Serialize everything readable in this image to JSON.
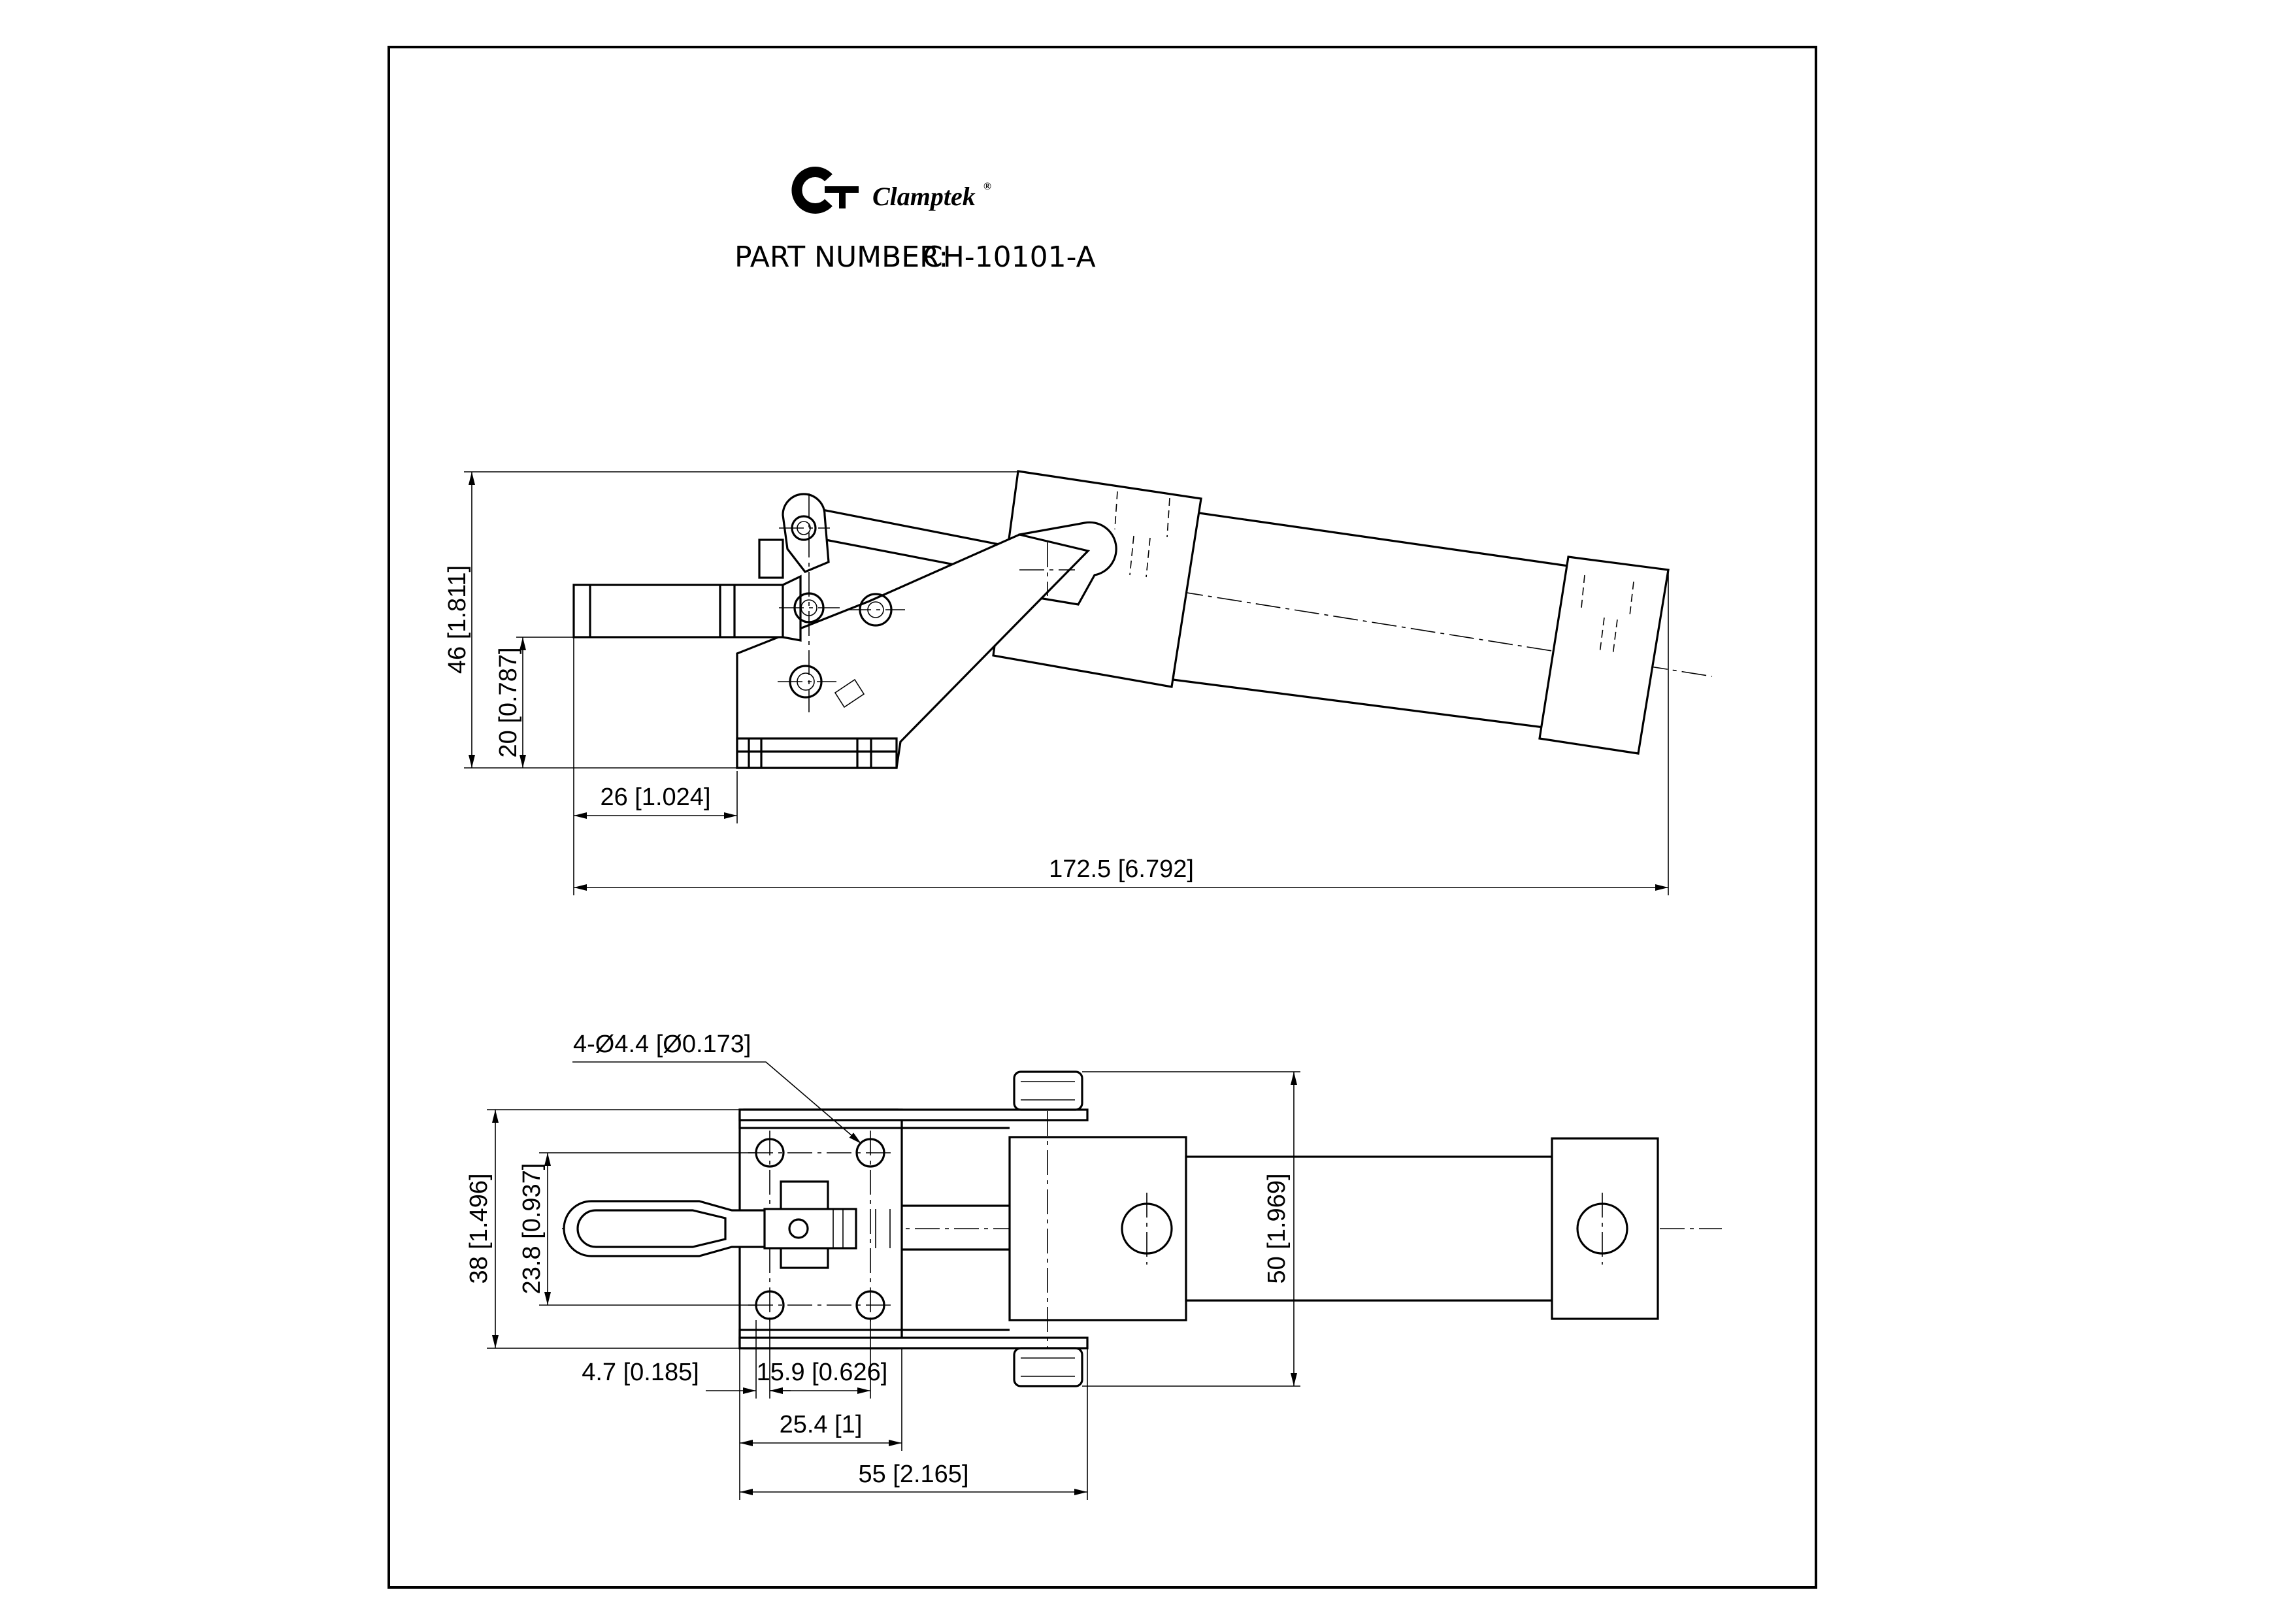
{
  "brand": {
    "name": "Clamptek",
    "registered_mark": "®"
  },
  "header": {
    "part_number_label": "PART NUMBER:",
    "part_number_value": "CH-10101-A"
  },
  "side_view": {
    "dimensions": {
      "overall_height": "46 [1.811]",
      "base_height": "20 [0.787]",
      "handle_offset": "26 [1.024]",
      "overall_length": "172.5 [6.792]"
    }
  },
  "top_view": {
    "dimensions": {
      "mount_holes": "4-Ø4.4 [Ø0.173]",
      "base_width": "38 [1.496]",
      "hole_spacing_width": "23.8 [0.937]",
      "cylinder_width": "50 [1.969]",
      "edge_offset": "4.7 [0.185]",
      "hole_spacing_length": "15.9 [0.626]",
      "base_length": "25.4 [1]",
      "body_length": "55 [2.165]"
    }
  }
}
